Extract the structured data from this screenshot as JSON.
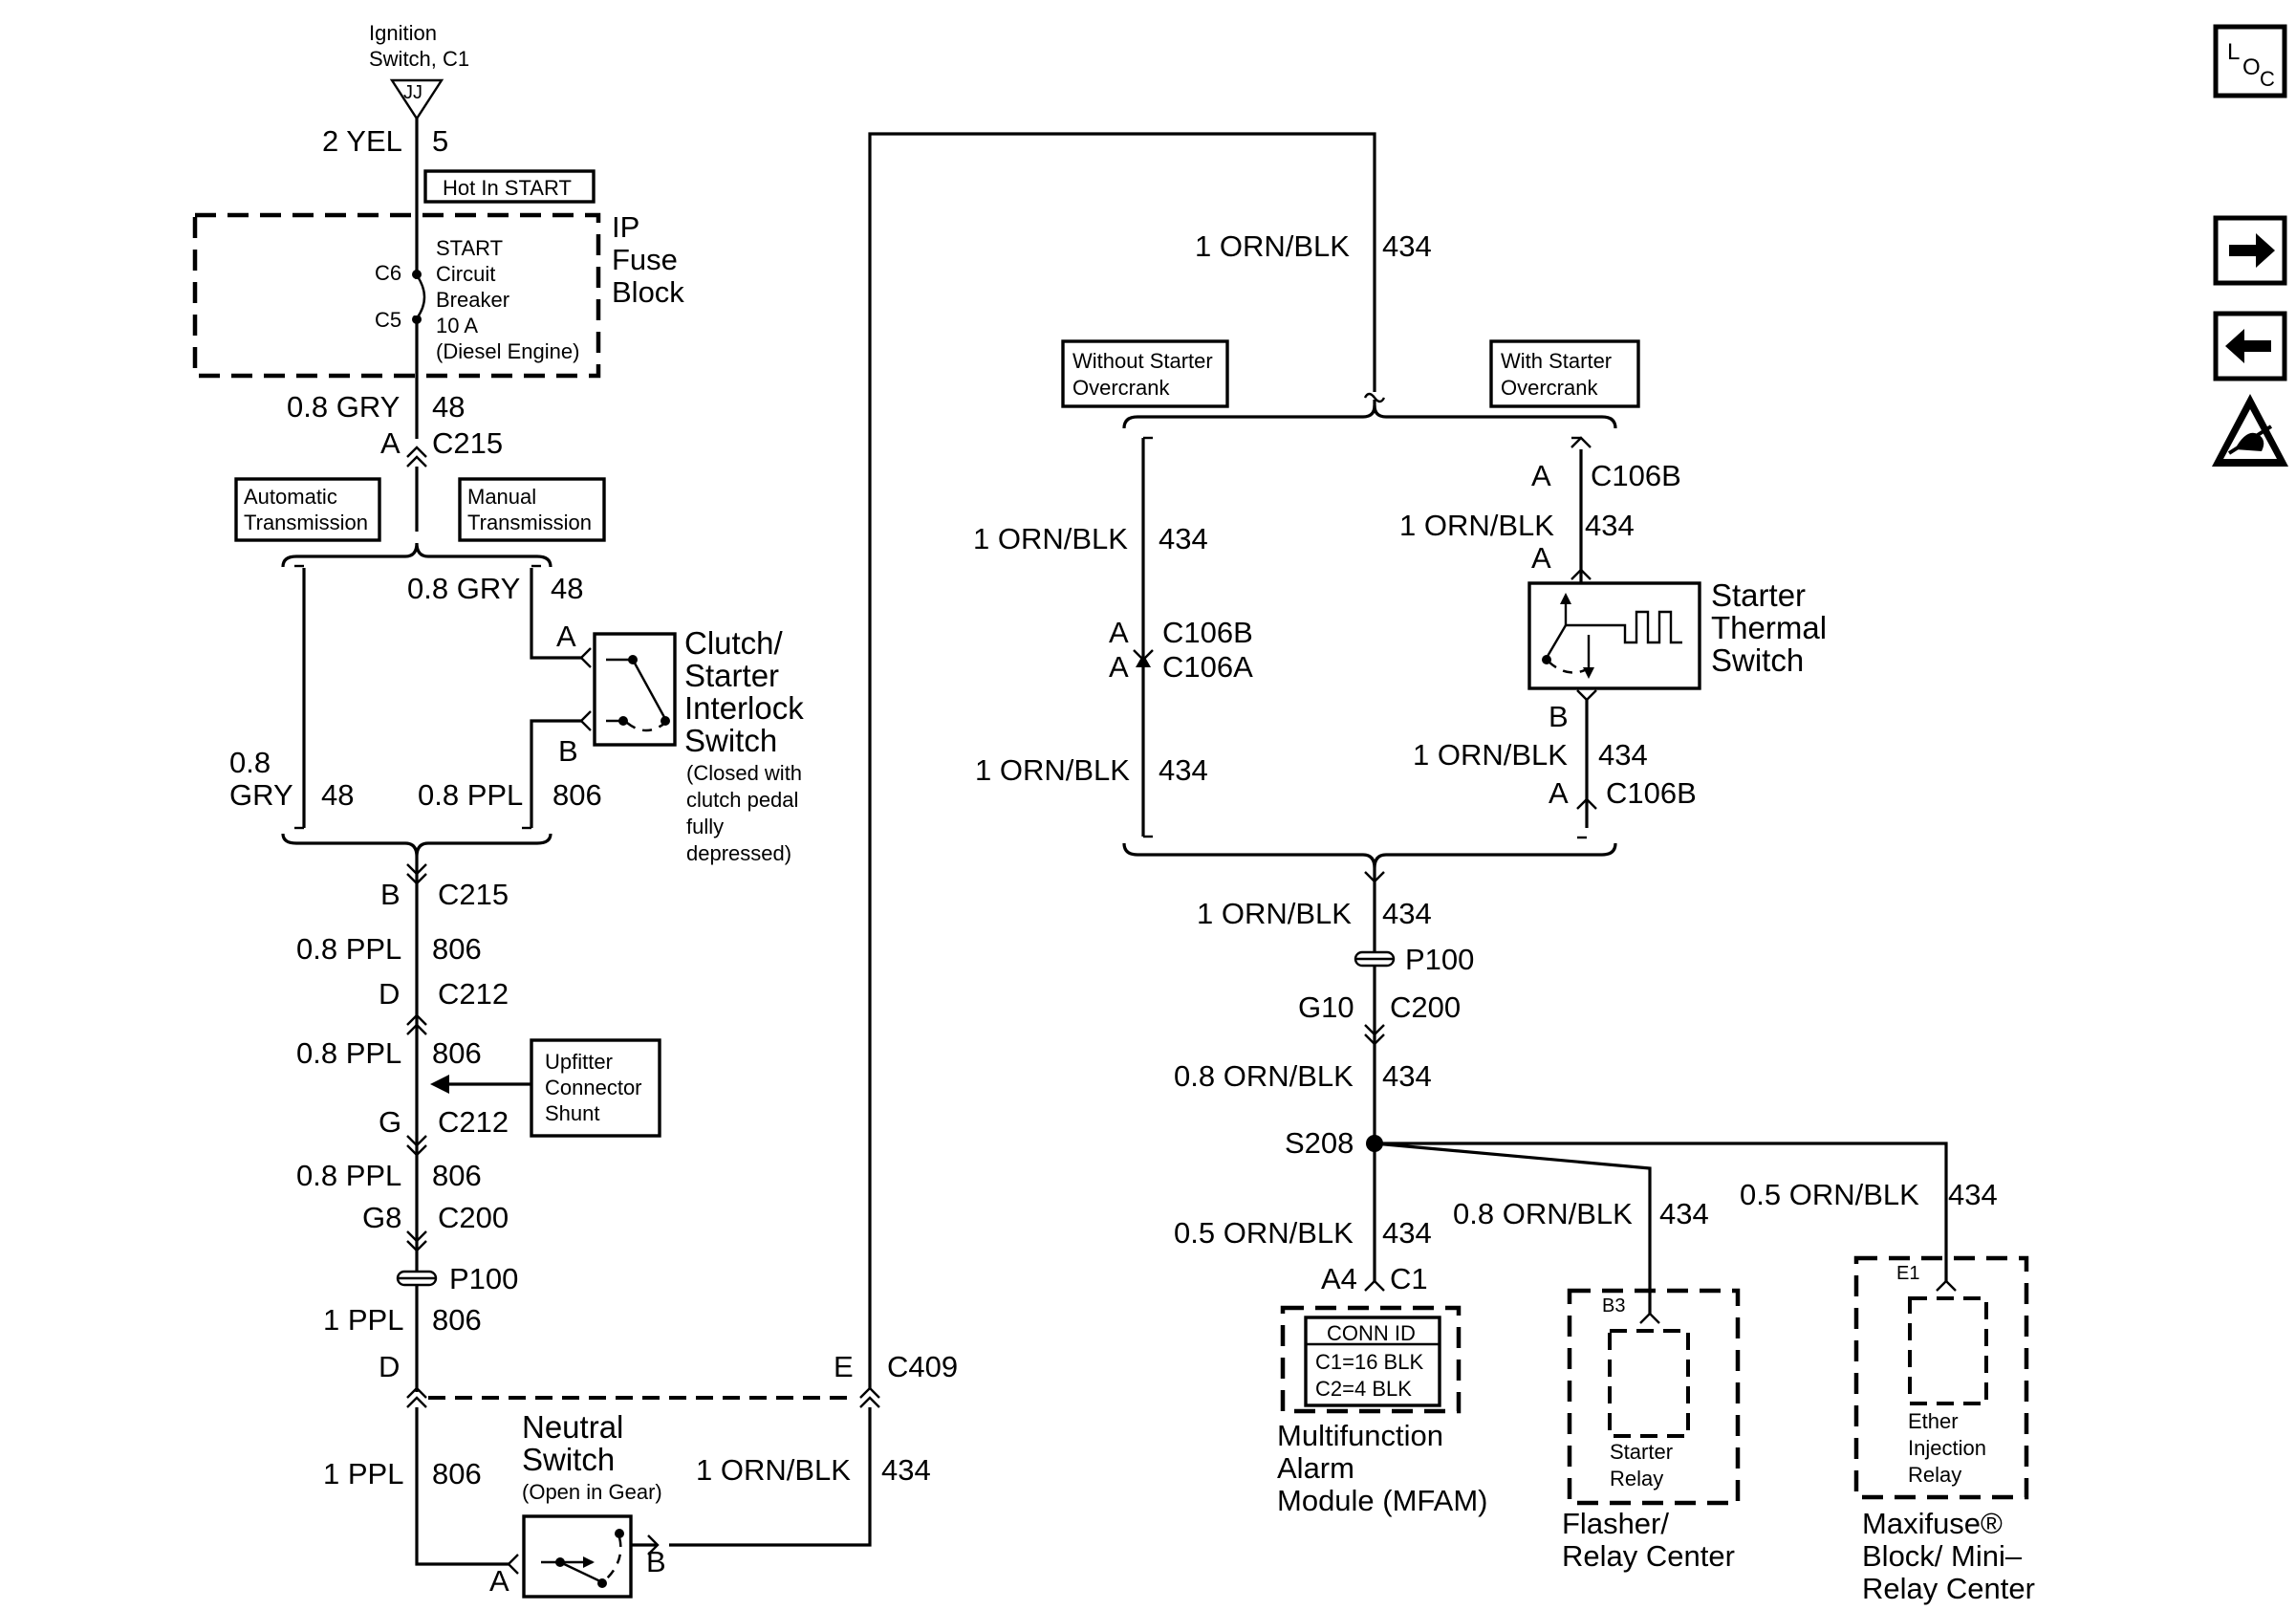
{
  "ignition": {
    "line1": "Ignition",
    "line2": "Switch, C1",
    "pin": "JJ",
    "wire": "2 YEL",
    "circuit": "5"
  },
  "hot_label": "Hot In START",
  "fuse_block": {
    "l1": "IP",
    "l2": "Fuse",
    "l3": "Block",
    "c6": "C6",
    "c5": "C5",
    "b1": "START",
    "b2": "Circuit",
    "b3": "Breaker",
    "b4": "10 A",
    "b5": "(Diesel Engine)"
  },
  "left": {
    "gry_wire": "0.8 GRY",
    "gry_circ": "48",
    "a": "A",
    "c215": "C215",
    "auto_l1": "Automatic",
    "auto_l2": "Transmission",
    "man_l1": "Manual",
    "man_l2": "Transmission",
    "gry2": "0.8 GRY",
    "gry2_c": "48",
    "pin_a": "A",
    "pin_b": "B",
    "clutch1": "Clutch/",
    "clutch2": "Starter",
    "clutch3": "Interlock",
    "clutch4": "Switch",
    "cn1": "(Closed with",
    "cn2": "clutch pedal",
    "cn3": "fully",
    "cn4": "depressed)",
    "gry3a": "0.8",
    "gry3b": "GRY",
    "gry3_c": "48",
    "ppl1": "0.8 PPL",
    "ppl1_c": "806",
    "b": "B",
    "c215b": "C215",
    "ppl2": "0.8 PPL",
    "ppl2_c": "806",
    "d": "D",
    "c212": "C212",
    "ppl3": "0.8 PPL",
    "ppl3_c": "806",
    "up1": "Upfitter",
    "up2": "Connector",
    "up3": "Shunt",
    "g": "G",
    "c212b": "C212",
    "ppl4": "0.8 PPL",
    "ppl4_c": "806",
    "g8": "G8",
    "c200": "C200",
    "p100": "P100",
    "ppl5": "1 PPL",
    "ppl5_c": "806",
    "d2": "D",
    "e": "E",
    "c409": "C409",
    "neutral1": "Neutral",
    "neutral2": "Switch",
    "neutral3": "(Open in Gear)",
    "ppl6": "1 PPL",
    "ppl6_c": "806",
    "orn": "1 ORN/BLK",
    "orn_c": "434",
    "na": "A",
    "nb": "B"
  },
  "right": {
    "top_wire": "1 ORN/BLK",
    "top_c": "434",
    "wo1": "Without Starter",
    "wo2": "Overcrank",
    "w1": "With Starter",
    "w2": "Overcrank",
    "l_wire1": "1 ORN/BLK",
    "l_c1": "434",
    "la1": "A",
    "lc106b": "C106B",
    "la2": "A",
    "lc106a": "C106A",
    "l_wire2": "1 ORN/BLK",
    "l_c2": "434",
    "ra1": "A",
    "rc106b": "C106B",
    "r_wire1": "1 ORN/BLK",
    "r_c1": "434",
    "ra2": "A",
    "st1": "Starter",
    "st2": "Thermal",
    "st3": "Switch",
    "rb": "B",
    "r_wire2": "1 ORN/BLK",
    "r_c2": "434",
    "ra3": "A",
    "rc106b2": "C106B",
    "m_wire1": "1 ORN/BLK",
    "m_c1": "434",
    "p100": "P100",
    "g10": "G10",
    "c200": "C200",
    "m_wire2": "0.8 ORN/BLK",
    "m_c2": "434",
    "s208": "S208",
    "m_wire3": "0.5 ORN/BLK",
    "m_c3": "434",
    "a4": "A4",
    "c1": "C1",
    "conn_id": "CONN ID",
    "conn1": "C1=16 BLK",
    "conn2": "C2=4 BLK",
    "mfam1": "Multifunction",
    "mfam2": "Alarm",
    "mfam3": "Module (MFAM)",
    "f_wire": "0.8 ORN/BLK",
    "f_c": "434",
    "b3": "B3",
    "sr1": "Starter",
    "sr2": "Relay",
    "fl1": "Flasher/",
    "fl2": "Relay Center",
    "e_wire": "0.5 ORN/BLK",
    "e_c": "434",
    "e1": "E1",
    "ei1": "Ether",
    "ei2": "Injection",
    "ei3": "Relay",
    "mx1": "Maxifuse®",
    "mx2": "Block/ Mini–",
    "mx3": "Relay Center"
  },
  "side_icons": {
    "loc": "LOC",
    "forward": "arrow-right-icon",
    "back": "arrow-left-icon",
    "esd": "esd-warning-icon",
    "loc_l": "L",
    "loc_o": "O",
    "loc_c": "C"
  }
}
